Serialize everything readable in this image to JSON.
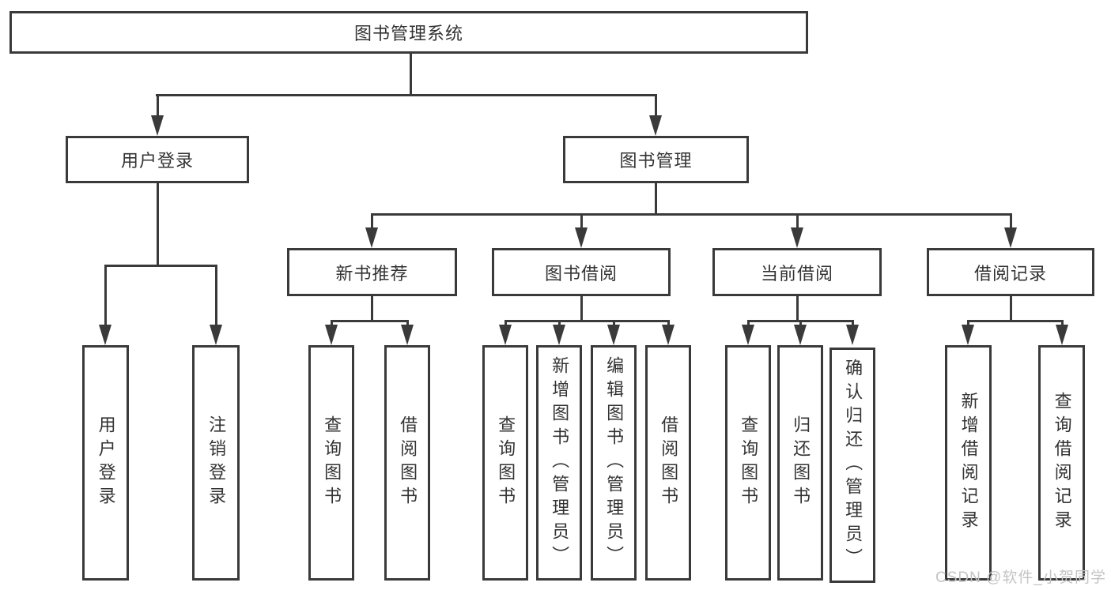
{
  "diagram": {
    "title": "图书管理系统",
    "level2": [
      "用户登录",
      "图书管理"
    ],
    "level3": [
      "新书推荐",
      "图书借阅",
      "当前借阅",
      "借阅记录"
    ],
    "leaves_user_login": [
      "用户登录",
      "注销登录"
    ],
    "leaves_new_book": [
      "查询图书",
      "借阅图书"
    ],
    "leaves_book_borrow": [
      "查询图书",
      "新增图书（管理员）",
      "编辑图书（管理员）",
      "借阅图书"
    ],
    "leaves_current_borrow": [
      "查询图书",
      "归还图书",
      "确认归还（管理员）"
    ],
    "leaves_borrow_records": [
      "新增借阅记录",
      "查询借阅记录"
    ]
  },
  "watermark": {
    "text": "CSDN @软件_小贺同学"
  },
  "colors": {
    "line": "#3a3a3a",
    "text": "#333333",
    "watermark": "#c4c4c4",
    "background": "#ffffff"
  }
}
